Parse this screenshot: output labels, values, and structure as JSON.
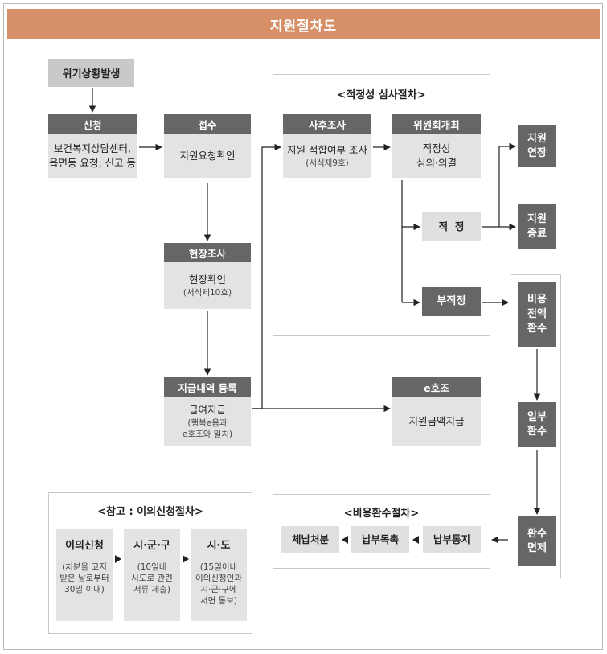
{
  "title": "지원절차도",
  "start": "위기상황발생",
  "apply": {
    "header": "신청",
    "line1": "보건복지상담센터,",
    "line2": "읍면동 요청, 신고 등"
  },
  "receipt": {
    "header": "접수",
    "body": "지원요청확인"
  },
  "field": {
    "header": "현장조사",
    "body": "현장확인",
    "sub": "(서식제10호)"
  },
  "payment": {
    "header": "지급내역 등록",
    "body": "급여지급",
    "sub1": "(행복e음과",
    "sub2": "e호조와 일치)"
  },
  "review": {
    "title": "<적정성 심사절차>",
    "post": {
      "header": "사후조사",
      "body": "지원 적합여부 조사",
      "sub": "(서식제9호)"
    },
    "committee": {
      "header": "위원회개최",
      "line1": "적정성",
      "line2": "심의·의결"
    },
    "appropriate": "적  정",
    "inappropriate": "부적정"
  },
  "extend": {
    "line1": "지원",
    "line2": "연장"
  },
  "terminate": {
    "line1": "지원",
    "line2": "종료"
  },
  "ehojo": {
    "header": "e호조",
    "body": "지원금액지급"
  },
  "refund_chain": {
    "full": {
      "line1": "비용",
      "line2": "전액",
      "line3": "환수"
    },
    "partial": {
      "line1": "일부",
      "line2": "환수"
    },
    "exempt": {
      "line1": "환수",
      "line2": "면제"
    }
  },
  "refund_proc": {
    "title": "<비용환수절차>",
    "notice": "납부통지",
    "demand": "납부독촉",
    "disposal": "체납처분"
  },
  "objection": {
    "title": "<참고 : 이의신청절차>",
    "steps": [
      {
        "title": "이의신청",
        "lines": [
          "(처분을 고지",
          "받은 날로부터",
          "30일 이내)"
        ]
      },
      {
        "title": "시·군·구",
        "lines": [
          "(10일내",
          "시도로 관련",
          "서류 제출)"
        ]
      },
      {
        "title": "시·도",
        "lines": [
          "(15일이내",
          "이의신청인과",
          "시·군·구에",
          "서면 통보)"
        ]
      }
    ]
  }
}
